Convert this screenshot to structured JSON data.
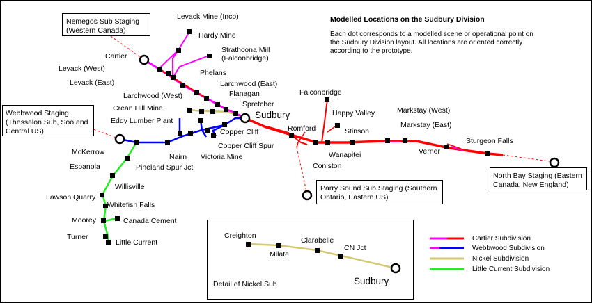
{
  "title": "Modelled Locations on the Sudbury Division",
  "description": [
    "Each dot corresponds to a modelled scene or operational point on",
    "the Sudbury Division layout.  All locations are oriented correctly",
    "according to the prototype."
  ],
  "boxes": {
    "nemegos": [
      "Nemegos Sub Staging",
      "(Western Canada)"
    ],
    "webbwood": [
      "Webbwood Staging",
      "(Thessalon Sub, Soo and",
      "Central US)"
    ],
    "parry_sound": [
      "Parry Sound Sub Staging (Southern",
      "Ontario, Eastern US)"
    ],
    "north_bay": [
      "North Bay Staging (Eastern",
      "Canada, New England)"
    ]
  },
  "labels": {
    "levack_mine": "Levack Mine (Inco)",
    "hardy_mine": "Hardy Mine",
    "strathcona_1": "Strathcona Mill",
    "strathcona_2": "(Falconbridge)",
    "cartier": "Cartier",
    "levack_west": "Levack (West)",
    "levack_east": "Levack (East)",
    "phelans": "Phelans",
    "larchwood_east": "Larchwood (East)",
    "larchwood_west": "Larchwood (West)",
    "flanagan": "Flanagan",
    "spretcher": "Spretcher",
    "crean_hill": "Crean Hill Mine",
    "sudbury": "Sudbury",
    "eddy_lumber": "Eddy Lumber Plant",
    "copper_cliff": "Copper Cliff",
    "copper_cliff_spur": "Copper Cliff Spur",
    "mckerrow": "McKerrow",
    "espanola": "Espanola",
    "nairn": "Nairn",
    "victoria_mine": "Victoria Mine",
    "pineland": "Pineland Spur Jct",
    "willisville": "Willisville",
    "lawson_quarry": "Lawson Quarry",
    "whitefish_falls": "Whitefish Falls",
    "moorey": "Moorey",
    "canada_cement": "Canada Cement",
    "turner": "Turner",
    "little_current": "Little Current",
    "falconbridge": "Falconbridge",
    "happy_valley": "Happy Valley",
    "romford": "Romford",
    "stinson": "Stinson",
    "markstay_west": "Markstay (West)",
    "markstay_east": "Markstay (East)",
    "coniston": "Coniston",
    "wanapitei": "Wanapitei",
    "verner": "Verner",
    "sturgeon_falls": "Sturgeon Falls"
  },
  "legend": {
    "cartier": {
      "label": "Cartier Subdivision",
      "color": "#ff0000",
      "accent": "#ff00ff"
    },
    "webbwood": {
      "label": "Webbwood Subdivision",
      "color": "#0000ff",
      "accent": "#ff00ff"
    },
    "nickel": {
      "label": "Nickel Subdivision",
      "color": "#d4c870",
      "accent": "#d4c870"
    },
    "little_current": {
      "label": "Little Current Subdivision",
      "color": "#22ee22",
      "accent": "#22ee22"
    }
  },
  "detail": {
    "caption": "Detail of Nickel Sub",
    "creighton": "Creighton",
    "milate": "Milate",
    "clarabelle": "Clarabelle",
    "cn_jct": "CN Jct",
    "sudbury": "Sudbury"
  }
}
